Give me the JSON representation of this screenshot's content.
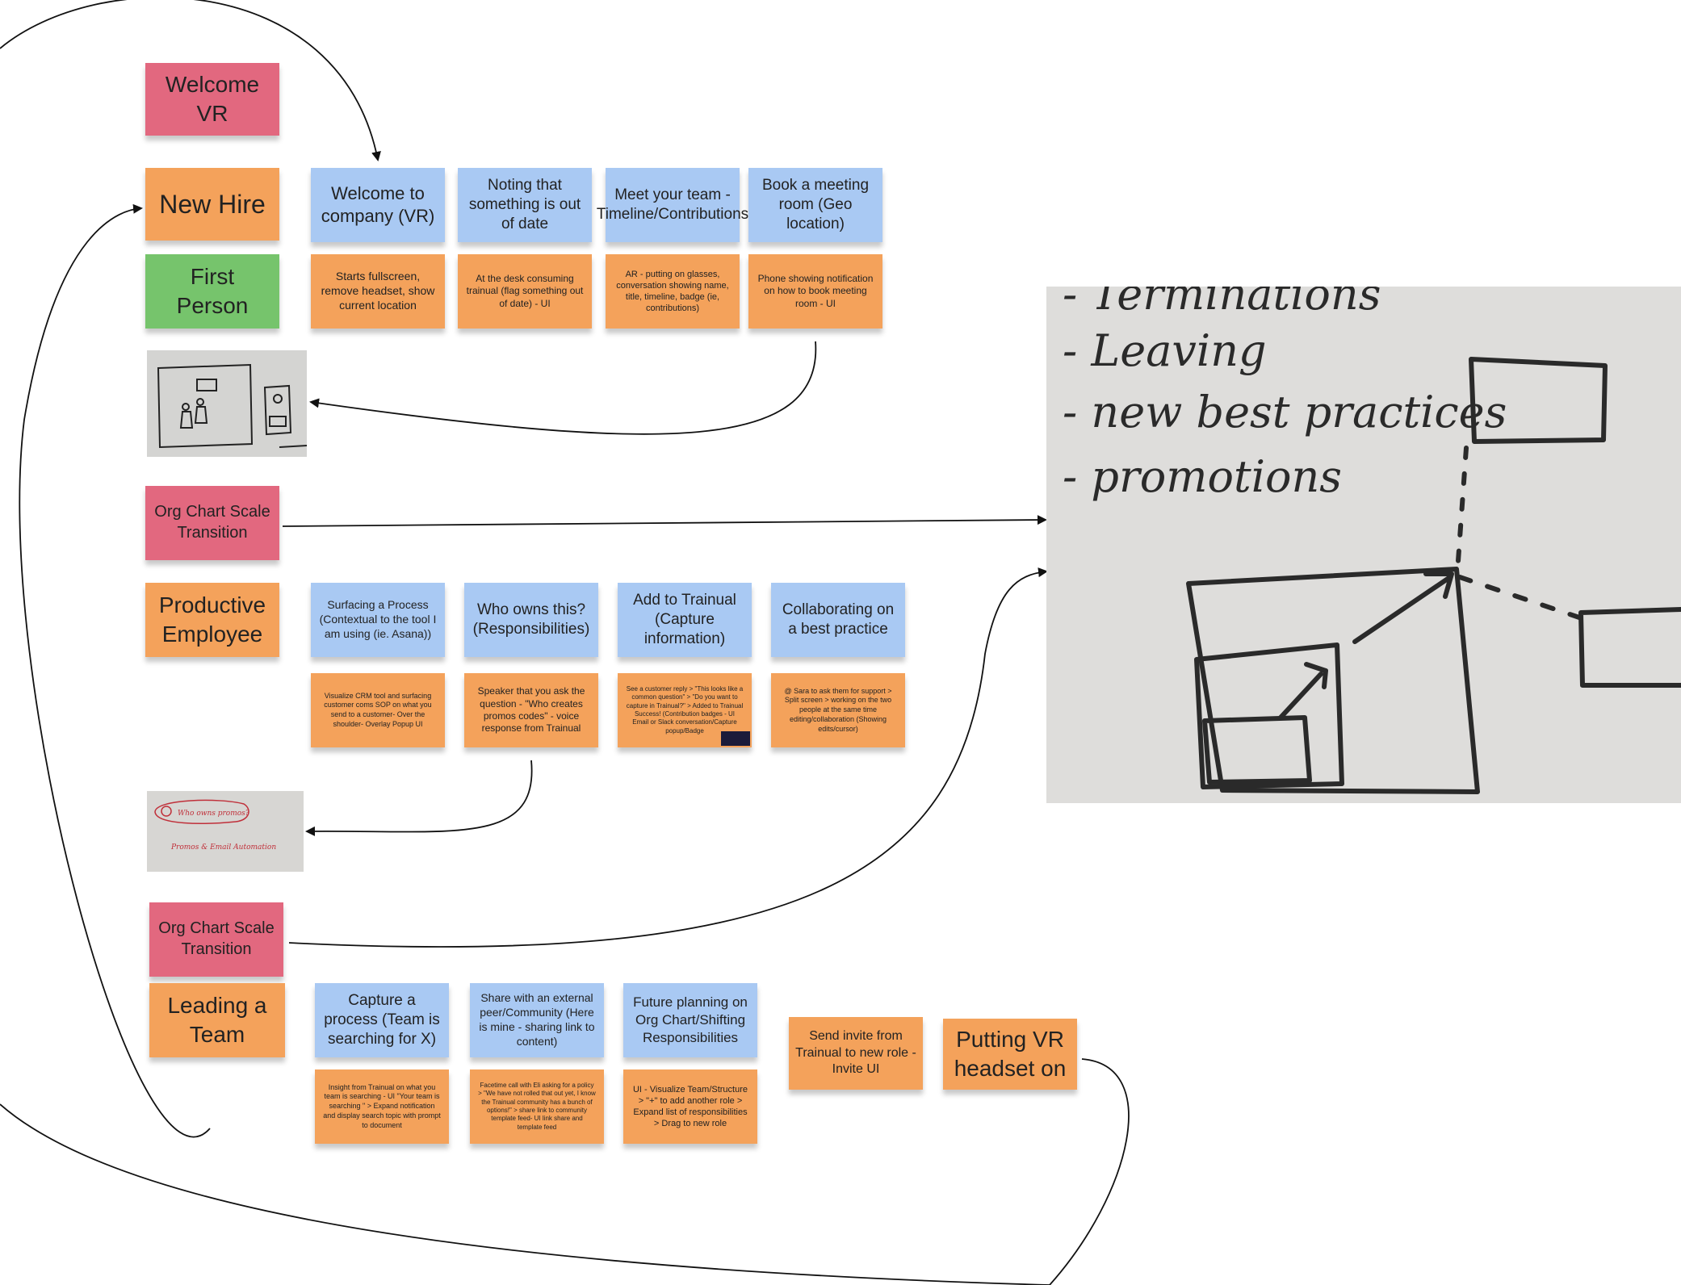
{
  "labels": {
    "welcome_vr": "Welcome VR",
    "new_hire": "New Hire",
    "first_person": "First Person",
    "org_chart_1": "Org Chart Scale Transition",
    "productive": "Productive Employee",
    "org_chart_2": "Org Chart Scale Transition",
    "leading": "Leading a Team"
  },
  "new_hire_tasks": [
    {
      "title": "Welcome to company (VR)",
      "detail": "Starts fullscreen, remove headset, show current location"
    },
    {
      "title": "Noting that something is out of date",
      "detail": "At the desk consuming trainual (flag something out of date) - UI"
    },
    {
      "title": "Meet your team - Timeline/Contributions",
      "detail": "AR - putting on glasses, conversation showing name, title, timeline, badge (ie, contributions)"
    },
    {
      "title": "Book a meeting room (Geo location)",
      "detail": "Phone showing notification on how to book meeting room - UI"
    }
  ],
  "productive_tasks": [
    {
      "title": "Surfacing a Process (Contextual to the tool I am using (ie. Asana))",
      "detail": "Visualize CRM tool and surfacing customer coms SOP on what you send to a customer- Over the shoulder- Overlay Popup UI"
    },
    {
      "title": "Who owns this? (Responsibilities)",
      "detail": "Speaker that you ask the question - \"Who creates promos codes\" - voice response from Trainual"
    },
    {
      "title": "Add to Trainual (Capture information)",
      "detail": "See a customer reply > \"This looks like a common question\" > \"Do you want to capture in Trainual?\" > Added to Trainual Success! (Contribution badges - UI Email or Slack conversation/Capture popup/Badge"
    },
    {
      "title": "Collaborating on a best practice",
      "detail": "@ Sara to ask them for support > Split screen > working on the two people at the same time editing/collaboration (Showing edits/cursor)"
    }
  ],
  "leading_tasks": [
    {
      "title": "Capture a process (Team is searching for X)",
      "detail": "Insight from Trainual on what you team is searching - UI \"Your team is searching \" > Expand notification and display search topic with prompt to document"
    },
    {
      "title": "Share with an external peer/Community (Here is mine - sharing link to content)",
      "detail": "Facetime call with Eli asking for a policy > \"We have not rolled that out yet, I know the Trainual community has a bunch of options!\" > share link to community template feed- UI link share and template feed"
    },
    {
      "title": "Future planning on Org Chart/Shifting Responsibilities",
      "detail": "UI - Visualize Team/Structure > \"+\" to add another role > Expand list of responsibilities > Drag to new role"
    }
  ],
  "send_invite": "Send invite from Trainual to new role - Invite UI",
  "putting_vr": "Putting VR headset on",
  "whiteboard": {
    "lines": [
      "- Terminations",
      "- Leaving",
      "- new best practices",
      "- promotions"
    ]
  },
  "thumb2_text": [
    "Who owns promos?",
    "Promos & Email Automation"
  ],
  "colors": {
    "pink": "#e2687f",
    "orange": "#f4a25b",
    "green": "#76c46c",
    "blue": "#a9c9f3"
  }
}
